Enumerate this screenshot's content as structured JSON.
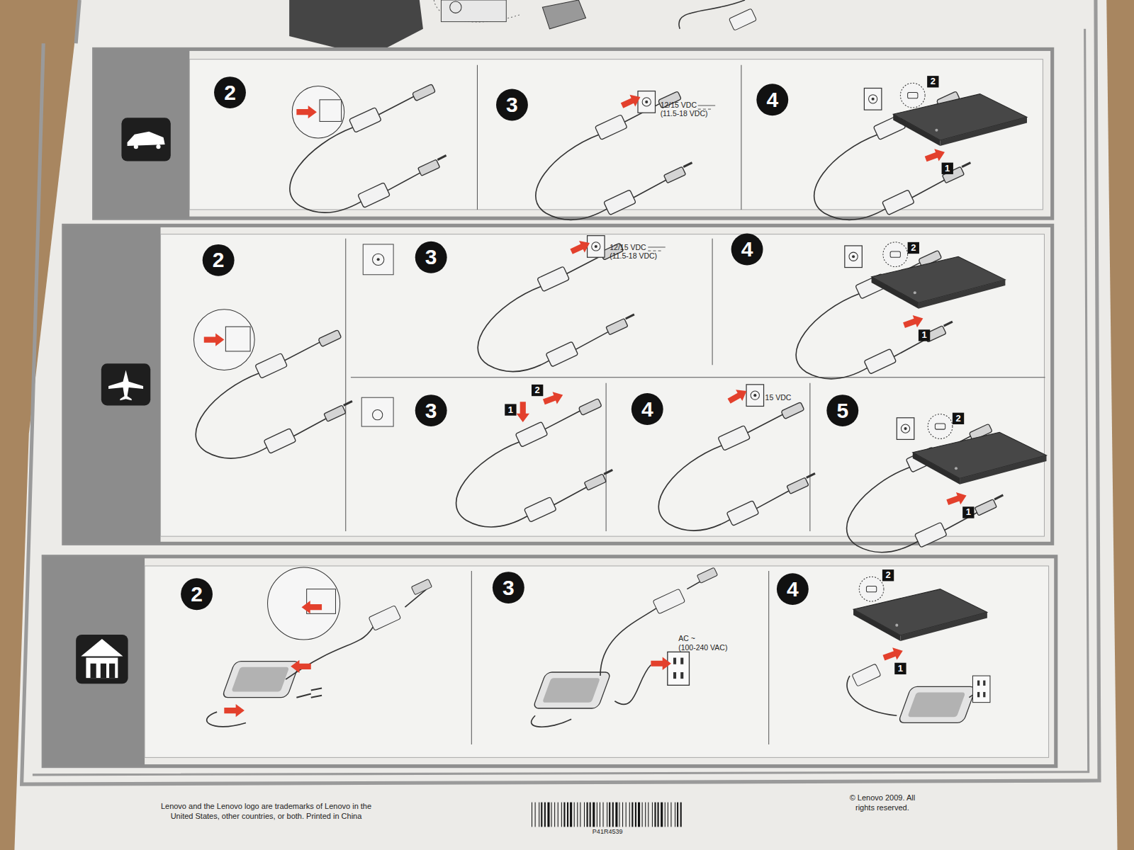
{
  "diagram": {
    "labels": [
      "2",
      "3",
      "12/15 VDC",
      "(11.5-18 VDC)",
      "4",
      "2",
      "1",
      "2",
      "3",
      "12/15 VDC",
      "(11.5-18 VDC)",
      "4",
      "2",
      "1",
      "3",
      "1",
      "2",
      "4",
      "15 VDC",
      "5",
      "2",
      "1",
      "2",
      "3",
      "AC ~",
      "(100-240 VAC)",
      "4",
      "2",
      "1",
      "Lenovo and the Lenovo logo are trademarks of Lenovo in the United States, other countries, or both. Printed in China",
      "P41R4539",
      "© Lenovo 2009. All rights reserved."
    ]
  }
}
